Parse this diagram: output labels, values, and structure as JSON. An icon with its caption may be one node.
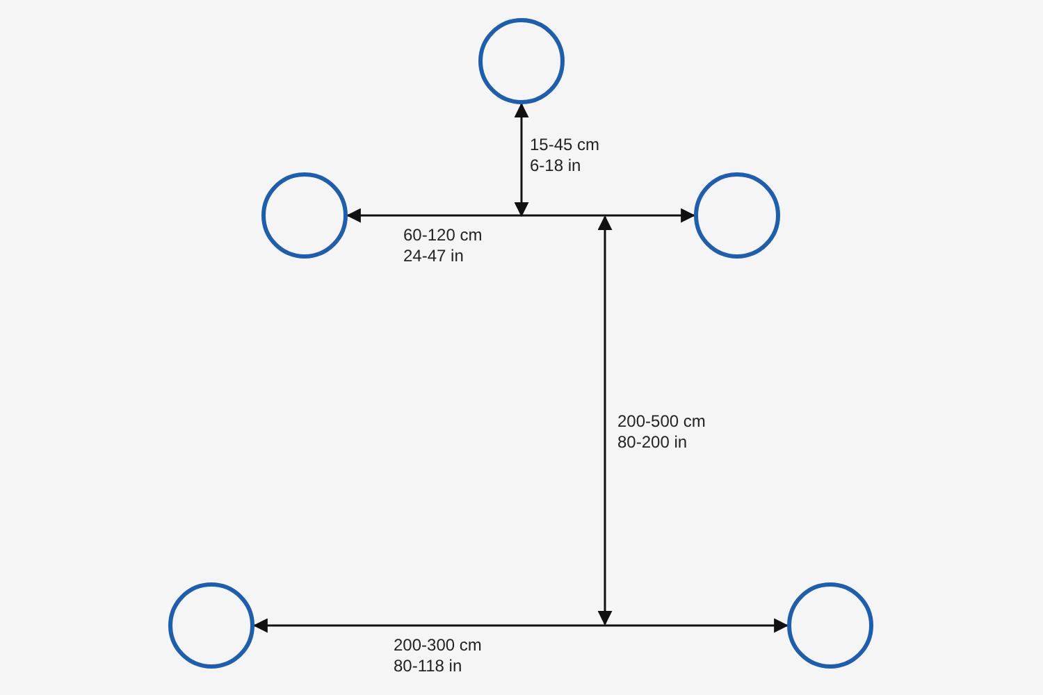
{
  "diagram": {
    "nodes": [
      {
        "text": [],
        "shape": "circle"
      },
      {
        "text": [],
        "shape": "circle"
      },
      {
        "text": [],
        "shape": "circle"
      },
      {
        "text": [],
        "shape": "circle"
      },
      {
        "text": [],
        "shape": "circle"
      }
    ],
    "edges": [
      {
        "from": null,
        "to": 0,
        "arrow": "both",
        "label": "15-45 cm 6-18 in"
      },
      {
        "from": 1,
        "to": 2,
        "arrow": "both",
        "label": "60-120 cm 24-47 in"
      },
      {
        "from": 3,
        "to": 4,
        "arrow": "both",
        "label": "200-300 cm 80-118 in"
      }
    ],
    "labels": [
      "200-500 cm 80-200 in"
    ]
  }
}
